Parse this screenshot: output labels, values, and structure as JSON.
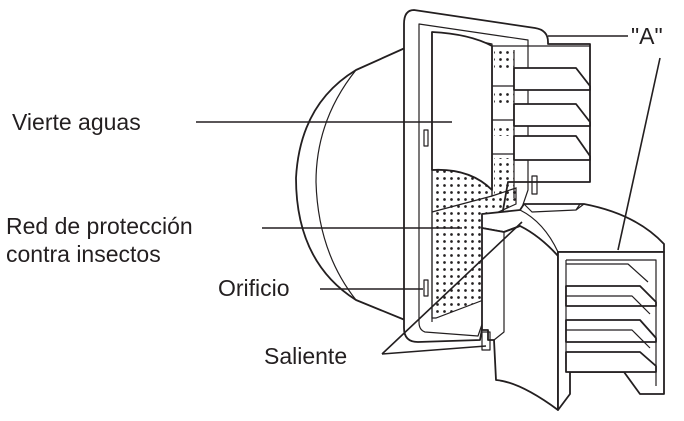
{
  "labels": {
    "hood_cover": "Vierte aguas",
    "insect_net_line1": "Red de protección",
    "insect_net_line2": "contra insectos",
    "hole": "Orificio",
    "protrusion": "Saliente",
    "part_a": "\"A\""
  },
  "colors": {
    "line": "#231f20",
    "dots": "#231f20",
    "background": "#ffffff"
  }
}
